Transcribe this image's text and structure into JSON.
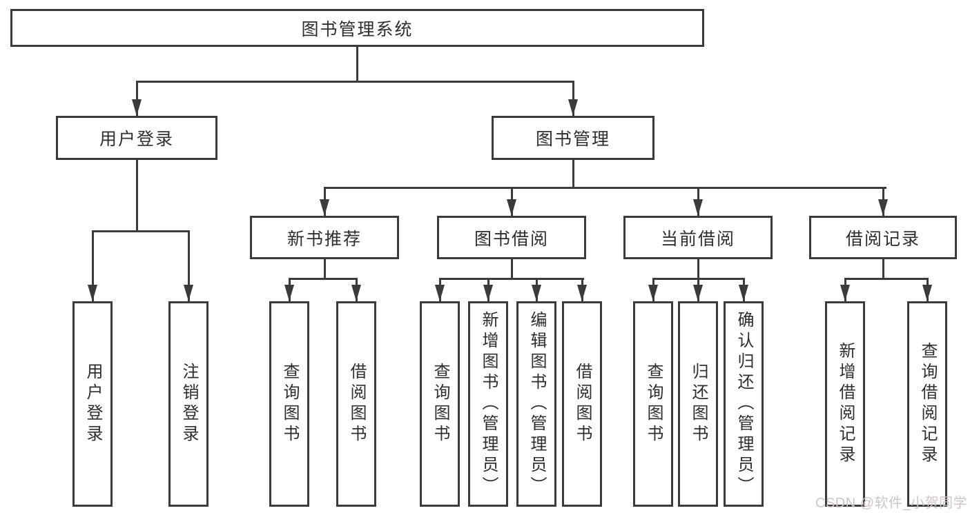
{
  "diagram": {
    "root": {
      "label": "图书管理系统"
    },
    "level2": [
      {
        "label": "用户登录"
      },
      {
        "label": "图书管理"
      }
    ],
    "level3": [
      {
        "label": "新书推荐"
      },
      {
        "label": "图书借阅"
      },
      {
        "label": "当前借阅"
      },
      {
        "label": "借阅记录"
      }
    ],
    "leaves": [
      {
        "label": "用户登录"
      },
      {
        "label": "注销登录"
      },
      {
        "label": "查询图书"
      },
      {
        "label": "借阅图书"
      },
      {
        "label": "查询图书"
      },
      {
        "label": "新增图书（管理员）"
      },
      {
        "label": "编辑图书（管理员）"
      },
      {
        "label": "借阅图书"
      },
      {
        "label": "查询图书"
      },
      {
        "label": "归还图书"
      },
      {
        "label": "确认归还（管理员）"
      },
      {
        "label": "新增借阅记录"
      },
      {
        "label": "查询借阅记录"
      }
    ]
  },
  "watermark": {
    "text": "CSDN @软件_小贺同学"
  },
  "colors": {
    "line": "#3b3b3b",
    "text": "#2e2e2e",
    "background": "#ffffff",
    "watermark": "#cdc6c6"
  }
}
